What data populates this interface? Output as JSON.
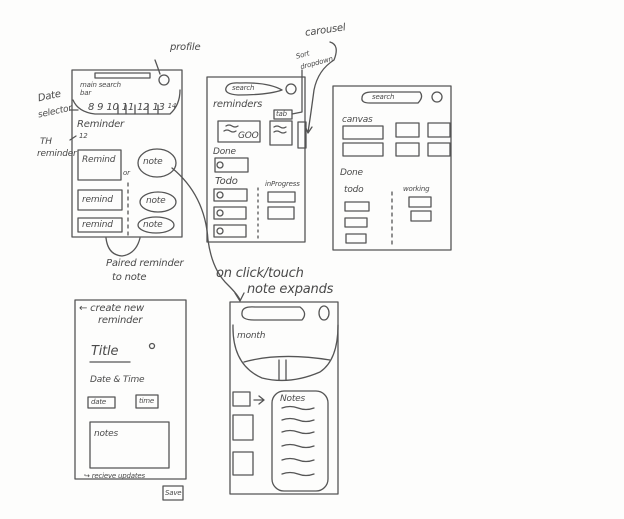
{
  "annotations": {
    "profile": "profile",
    "date_selector": [
      "Date",
      "selector"
    ],
    "th_reminder": [
      "TH",
      "reminder"
    ],
    "paired": [
      "Paired reminder",
      "to note"
    ],
    "carousel": "carousel",
    "sort_dropdown": [
      "Sort",
      "dropdown"
    ],
    "note_expands": [
      "on click/touch",
      "note expands"
    ]
  },
  "frame_home": {
    "search_label": [
      "main search",
      "bar"
    ],
    "dates": [
      "8",
      "9",
      "10",
      "11",
      "12",
      "13",
      "14"
    ],
    "heading": "Reminder",
    "count": "12",
    "or_label": "or",
    "reminders": [
      "Remind",
      "remind",
      "remind"
    ],
    "notes": [
      "note",
      "note",
      "note"
    ]
  },
  "frame_board": {
    "search": "search",
    "reminders_heading": "reminders",
    "card_text": "GOO",
    "tab": "tab",
    "done": "Done",
    "todo": "Todo",
    "in_progress": "inProgress"
  },
  "frame_canvas": {
    "search": "search",
    "canvas_heading": "canvas",
    "done": "Done",
    "todo": "todo",
    "working": "working"
  },
  "frame_create": {
    "title": [
      "← create new",
      "reminder"
    ],
    "title_field": "Title",
    "date_time": "Date & Time",
    "date_btn": "date",
    "time_btn": "time",
    "notes": "notes",
    "receive_updates": "↪ recieve updates",
    "save": "Save"
  },
  "frame_expanded": {
    "month": "month",
    "notes": "Notes"
  }
}
